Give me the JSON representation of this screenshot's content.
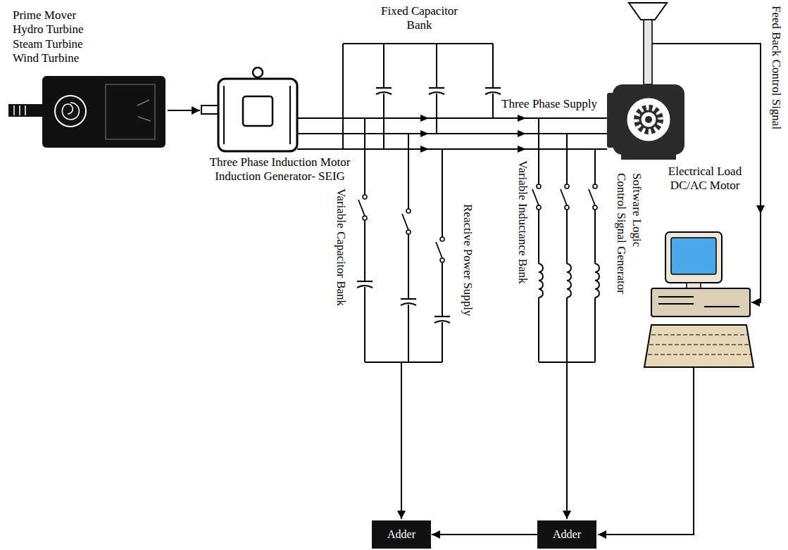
{
  "diagram": {
    "nodes": [
      {
        "text": [
          "Adder"
        ]
      },
      {
        "text": [
          "Adder"
        ]
      }
    ],
    "edges": [
      {
        "from": 1,
        "to": 0,
        "arrow": "to"
      }
    ],
    "labels": [
      "Fixed Capacitor Bank",
      "Prime Mover Hydro Turbine Steam Turbine Wind Turbine",
      "Three Phase Supply",
      "Feed Back Control Signal",
      "Three Phase Induction Motor Induction Generator- SEIG",
      "Variable Capacitor Bank",
      "Reactive Power Supply",
      "Variable Inductance Bank",
      "Software Logic",
      "Control Signal Generator",
      "Electrical Load DC/AC Motor"
    ]
  }
}
